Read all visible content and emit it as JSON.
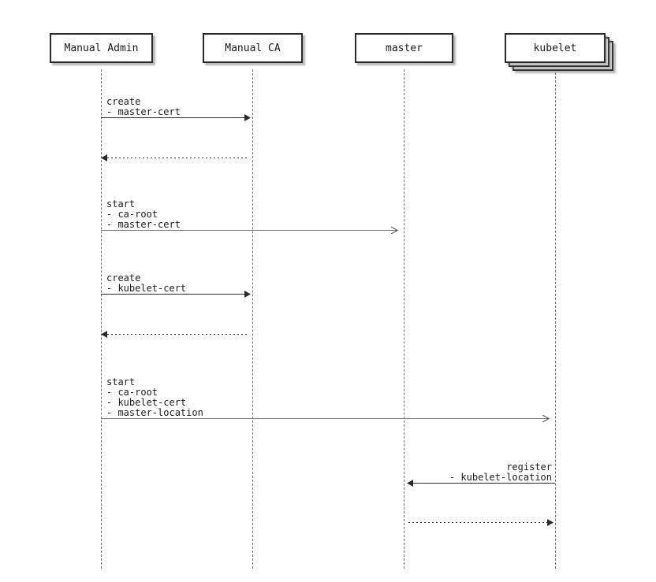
{
  "diagram": {
    "type": "sequence",
    "actors": [
      {
        "label": "Manual Admin",
        "multiple": false
      },
      {
        "label": "Manual CA",
        "multiple": false
      },
      {
        "label": "master",
        "multiple": false
      },
      {
        "label": "kubelet",
        "multiple": true
      }
    ],
    "messages": [
      {
        "from": "Manual Admin",
        "to": "Manual CA",
        "label": "create\n- master-cert",
        "line": "solid",
        "head": "filled"
      },
      {
        "from": "Manual CA",
        "to": "Manual Admin",
        "label": "",
        "line": "dotted",
        "head": "filled"
      },
      {
        "from": "Manual Admin",
        "to": "master",
        "label": "start\n- ca-root\n- master-cert",
        "line": "solid",
        "head": "open"
      },
      {
        "from": "Manual Admin",
        "to": "Manual CA",
        "label": "create\n- kubelet-cert",
        "line": "solid",
        "head": "filled"
      },
      {
        "from": "Manual CA",
        "to": "Manual Admin",
        "label": "",
        "line": "dotted",
        "head": "filled"
      },
      {
        "from": "Manual Admin",
        "to": "kubelet",
        "label": "start\n- ca-root\n- kubelet-cert\n- master-location",
        "line": "solid",
        "head": "open"
      },
      {
        "from": "kubelet",
        "to": "master",
        "label": "register\n- kubelet-location",
        "line": "solid",
        "head": "filled"
      },
      {
        "from": "master",
        "to": "kubelet",
        "label": "",
        "line": "dotted",
        "head": "filled"
      }
    ]
  }
}
